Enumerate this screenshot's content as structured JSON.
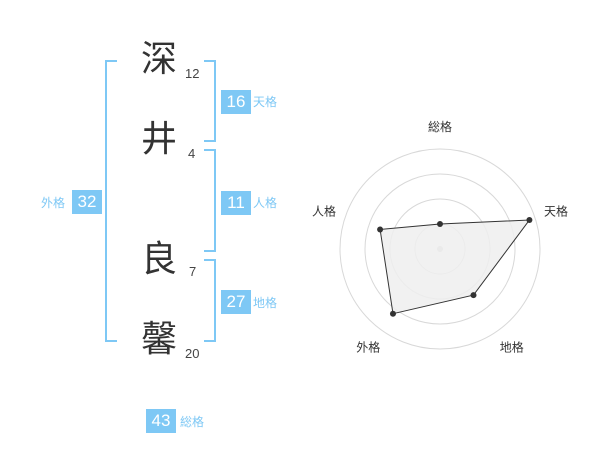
{
  "name": {
    "chars": [
      {
        "char": "深",
        "strokes": "12"
      },
      {
        "char": "井",
        "strokes": "4"
      },
      {
        "char": "良",
        "strokes": "7"
      },
      {
        "char": "馨",
        "strokes": "20"
      }
    ]
  },
  "kakusu": {
    "tenkaku": {
      "label": "天格",
      "value": "16"
    },
    "jinkaku": {
      "label": "人格",
      "value": "11"
    },
    "chikaku": {
      "label": "地格",
      "value": "27"
    },
    "gaikaku": {
      "label": "外格",
      "value": "32"
    },
    "soukaku": {
      "label": "総格",
      "value": "43"
    }
  },
  "colors": {
    "accent": "#7ec8f5",
    "text": "#333333",
    "grid": "#d8d8d8",
    "fill": "#eeeeee",
    "line": "#333333"
  },
  "chart_data": {
    "type": "radar",
    "axes": [
      "総格",
      "天格",
      "地格",
      "外格",
      "人格"
    ],
    "scale": [
      0,
      5
    ],
    "rings": 4,
    "values": [
      1.25,
      4.7,
      2.85,
      4.0,
      3.15
    ]
  }
}
